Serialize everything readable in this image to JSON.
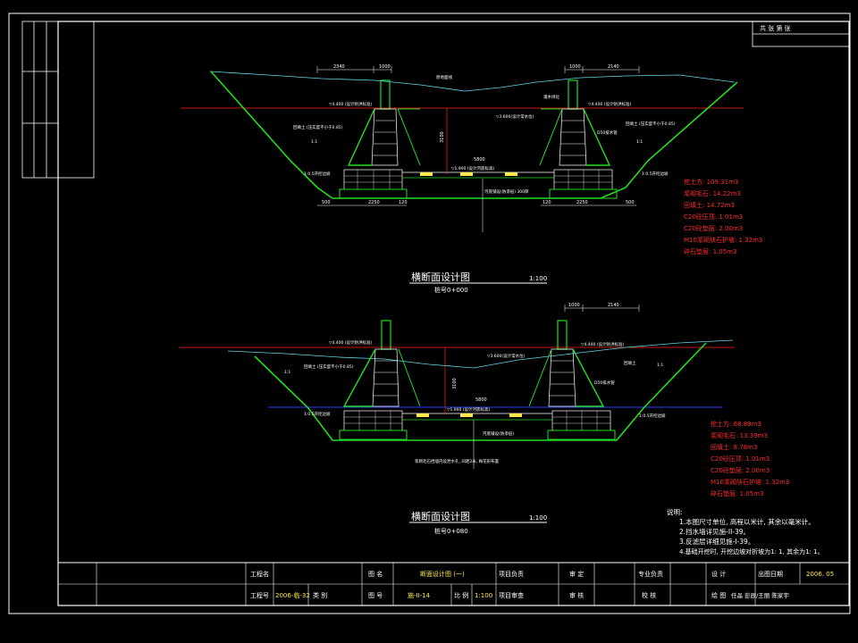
{
  "sheet": {
    "sheet_box": "共 张 第 张"
  },
  "section1": {
    "title": "横断面设计图",
    "scale": "1:100",
    "station": "桩号0+000",
    "dims_top": [
      "2340",
      "1000"
    ],
    "dims_top_right": [
      "1000",
      "2140"
    ],
    "dim_bottom_left": [
      "500",
      "2250",
      "120"
    ],
    "dim_bottom_right": [
      "120",
      "2250",
      "500"
    ],
    "dim_span": "5800",
    "dim_height": "3100",
    "label_ground": "原地面线",
    "label_wl_left": "▽4.400 (设计防洪标准)",
    "label_wl_right": "▽4.400 (设计防洪标准)",
    "label_center_wl": "▽3.600(设计常水位)",
    "label_bed": "▽1.900 (设计河底标高)",
    "label_backfill_left": "回填土 (压实度不小于0.85)",
    "label_backfill_right": "回填土 (压实度不小于0.85)",
    "label_slope_left": "1:1",
    "label_slope_right": "1:1",
    "label_excav_left": "1:0.5开挖边坡",
    "label_excav_right": "1:0.5开挖边坡",
    "label_plant": "灌木绿化",
    "label_drain": "D50排水管",
    "label_bedding": "河底铺设(防渗层)  300厚",
    "quantities": [
      "挖土方: 109.31m3",
      "浆砌毛石: 14.22m3",
      "回填土: 14.72m3",
      "C20砼压顶: 1.01m3",
      "C20砼垫层: 2.00m3",
      "M10浆砌块石护坡: 1.32m3",
      "碎石垫层: 1.05m3"
    ]
  },
  "section2": {
    "title": "横断面设计图",
    "scale": "1:100",
    "station": "桩号0+080",
    "dims_top": [
      "1000",
      "2140"
    ],
    "dim_height": "3100",
    "dim_span": "5800",
    "label_wl_left": "▽4.400 (设计防洪标准)",
    "label_wl_right": "▽4.400 (设计防洪标准)",
    "label_center_wl": "▽3.600(设计常水位)",
    "label_bed": "▽1.900 (设计河底标高)",
    "label_backfill_left": "回填土 (压实度不小于0.85)",
    "label_backfill_right": "回填土",
    "label_slope_left": "1:1",
    "label_slope_right": "1:1",
    "label_excav_left": "1:0.5开挖边坡",
    "label_excav_right": "1:0.5开挖边坡",
    "label_drain": "D50排水管",
    "label_bedding": "河底铺设(防渗层)",
    "label_note_small": "浆砌毛石挡墙内设泄水孔, 间距2米, 梅花形布置",
    "quantities": [
      "挖土方: 68.89m3",
      "浆砌毛石: 13.39m3",
      "回填土: 8.78m3",
      "C20砼压顶: 1.01m3",
      "C20砼垫层: 2.00m3",
      "M10浆砌块石护坡: 1.32m3",
      "碎石垫层: 1.05m3"
    ]
  },
  "notes": {
    "heading": "说明:",
    "items": [
      "1.本图尺寸单位, 高程以米计, 其余以毫米计。",
      "2.挡水墙详见施-II-39。",
      "3.反滤层详细见施-I-39。",
      "4.基础开挖时, 开挖边坡对折坡为1: 1, 其余为1: 1。"
    ]
  },
  "title_block": {
    "project_name_label": "工程名",
    "project_no_label": "工程号",
    "project_no_value": "2006-临-32",
    "category_label": "类 别",
    "drawing_name_label": "图 名",
    "drawing_name_value": "断面设计图 (一)",
    "drawing_no_label": "图 号",
    "drawing_no_value": "施-II-14",
    "scale_label": "比 例",
    "scale_value": "1:100",
    "proj_lead_label": "项目负责",
    "proj_review_label": "项目审查",
    "approve_label": "审 定",
    "check_label": "审 核",
    "spec_lead_label": "专业负责",
    "proofread_label": "校 核",
    "design_label": "设 计",
    "draw_label": "绘 图",
    "names": "任晶 彭辰/王丽 陈家宇",
    "date_label": "出图日期",
    "date_value": "2006. 05"
  },
  "colors": {
    "green": "#22dd22",
    "red": "#ff2020",
    "cyan": "#5fd8e8",
    "blue": "#2a3cff",
    "white": "#ffffff",
    "yellow": "#ffe94d"
  }
}
